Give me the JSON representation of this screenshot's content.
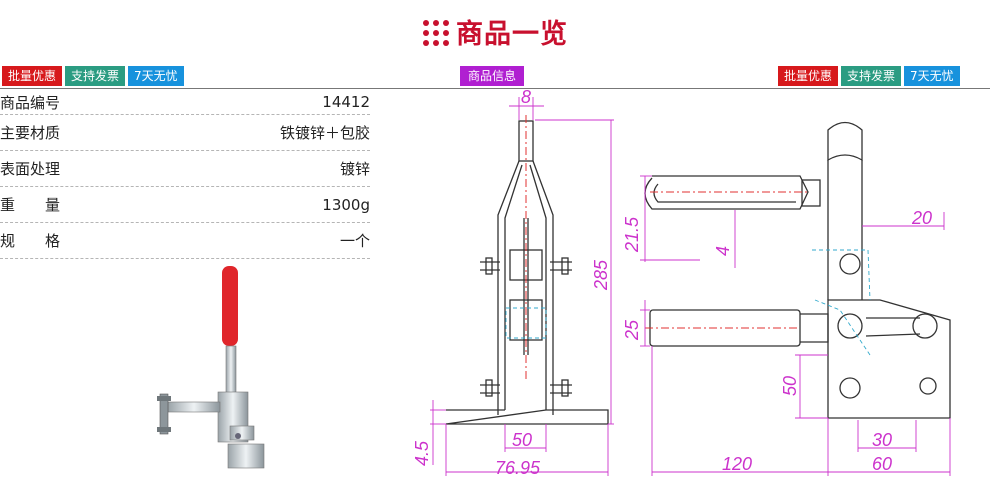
{
  "title": "商品一览",
  "badges_left": [
    "批量优惠",
    "支持发票",
    "7天无忧"
  ],
  "badges_right": [
    "批量优惠",
    "支持发票",
    "7天无忧"
  ],
  "center_badge": "商品信息",
  "specs": [
    {
      "label": "商品编号",
      "value": "14412"
    },
    {
      "label": "主要材质",
      "value": "铁镀锌＋包胶"
    },
    {
      "label": "表面处理",
      "value": "镀锌"
    },
    {
      "label": "重　　量",
      "value": "1300g"
    },
    {
      "label": "规　　格",
      "value": "一个"
    }
  ],
  "drawing": {
    "dims": {
      "d8": "8",
      "d285": "285",
      "d21_5": "21.5",
      "d4": "4",
      "d20": "20",
      "d25": "25",
      "d50v": "50",
      "d4_5": "4.5",
      "d50": "50",
      "d76_95": "76.95",
      "d120": "120",
      "d30": "30",
      "d60": "60"
    }
  },
  "colors": {
    "title": "#c8102e",
    "dimension": "#cc33cc",
    "outline": "#333333",
    "accent": "#e03030",
    "hidden": "#33aacc"
  }
}
